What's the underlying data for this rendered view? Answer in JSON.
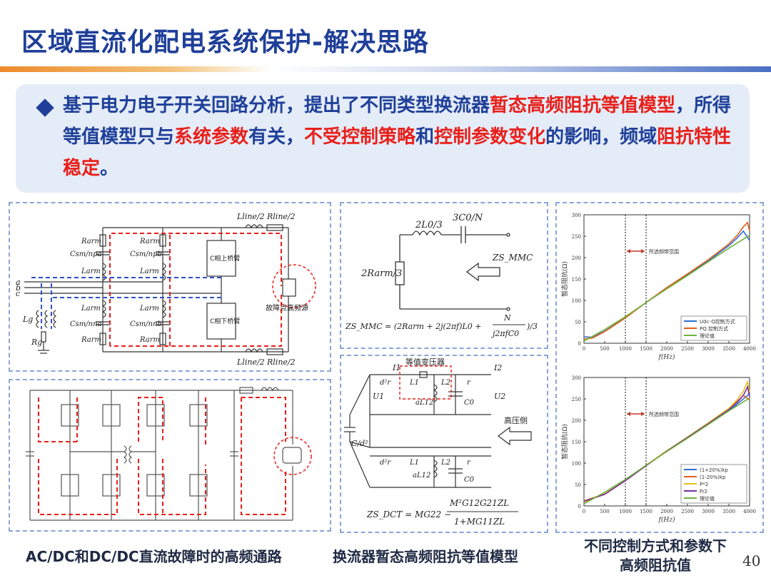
{
  "title": "区域直流化配电系统保护-解决思路",
  "callout": {
    "segments": [
      {
        "text": "基于电力电子开关回路分析，提出了不同类型换流器",
        "hl": false
      },
      {
        "text": "暂态高频阻抗等值模型",
        "hl": true
      },
      {
        "text": "，所得等值模型只与",
        "hl": false
      },
      {
        "text": "系统参数",
        "hl": true
      },
      {
        "text": "有关，",
        "hl": false
      },
      {
        "text": "不受控制策略",
        "hl": true
      },
      {
        "text": "和",
        "hl": false
      },
      {
        "text": "控制参数变化",
        "hl": true
      },
      {
        "text": "的影响，频域",
        "hl": false
      },
      {
        "text": "阻抗特性稳定",
        "hl": true
      },
      {
        "text": "。",
        "hl": false
      }
    ]
  },
  "panel1": {
    "labels": {
      "lline_top": "Lline/2",
      "rline_top": "Rline/2",
      "lline_bot": "Lline/2",
      "rline_bot": "Rline/2",
      "rarm": "Rarm",
      "cpa": "Csm/npa",
      "larm": "Larm",
      "rarm2": "Rarm",
      "cpb": "Csm/npb",
      "larm2": "Larm",
      "larm3": "Larm",
      "cna": "Csm/nna",
      "rarm3": "Rarm",
      "larm4": "Larm",
      "cnb": "Csm/nnb",
      "rarm4": "Rarm",
      "a": "a",
      "b": "b",
      "c": "c",
      "lg": "Lg",
      "rg": "Rg",
      "upper_bridge": "C相上桥臂",
      "lower_bridge": "C相下桥臂",
      "fault": "故障点高频源"
    }
  },
  "panel2": {
    "labels": {
      "c0": "3C0/N",
      "l0": "2L0/3",
      "rarm": "2Rarm/3",
      "z": "ZS_MMC",
      "formula_left": "ZS_MMC = (2Rarm + 2j(2πf)L0 +",
      "formula_n": "N",
      "formula_den": "j2πfC0",
      "formula_right": ")/3"
    }
  },
  "panel5": {
    "labels": {
      "i1": "I1",
      "i2": "I2",
      "u1": "U1",
      "u2": "U2",
      "trans": "等值变压器",
      "r1": "d²r",
      "l1": "L1",
      "l2": "L2",
      "r2": "r",
      "al": "aL12",
      "c0": "C0",
      "cd": "C/d²",
      "hv": "高压侧",
      "r3": "d²r",
      "l3": "L1",
      "l4": "L2",
      "r4": "r",
      "al2": "aL12",
      "c02": "C0",
      "formula_left": "ZS_DCT = MG22 −",
      "formula_num": "M²G12G21ZL",
      "formula_den": "1+MG11ZL"
    }
  },
  "chart_data": [
    {
      "type": "line",
      "ylabel": "暂态阻抗(Ω)",
      "xlabel": "f(Hz)",
      "xlim": [
        0,
        4000
      ],
      "ylim": [
        0,
        300
      ],
      "xticks": [
        0,
        500,
        1000,
        1500,
        2000,
        2500,
        3000,
        3500,
        4000
      ],
      "yticks": [
        0,
        50,
        100,
        150,
        200,
        250,
        300
      ],
      "band": [
        1000,
        1500
      ],
      "band_label": "所选频带范围",
      "legend_position": "bottom-right",
      "series": [
        {
          "name": "Udc-Q控制方式",
          "color": "#2e6fd6",
          "x": [
            0,
            200,
            500,
            1000,
            1500,
            2000,
            2500,
            3000,
            3500,
            3700,
            3850,
            4000
          ],
          "y": [
            15,
            14,
            28,
            60,
            95,
            130,
            160,
            192,
            228,
            246,
            262,
            240
          ]
        },
        {
          "name": "PQ 控制方式",
          "color": "#e0601c",
          "x": [
            0,
            200,
            500,
            1000,
            1500,
            2000,
            2500,
            3000,
            3500,
            3700,
            3850,
            3950,
            4000
          ],
          "y": [
            10,
            12,
            27,
            59,
            95,
            130,
            162,
            195,
            232,
            252,
            272,
            282,
            262
          ]
        },
        {
          "name": "理论值",
          "color": "#6fb23a",
          "x": [
            0,
            500,
            1000,
            1500,
            2000,
            2500,
            3000,
            3500,
            4000
          ],
          "y": [
            5,
            32,
            62,
            95,
            127,
            158,
            190,
            222,
            252
          ]
        }
      ]
    },
    {
      "type": "line",
      "ylabel": "暂态阻抗(Ω)",
      "xlabel": "f(Hz)",
      "xlim": [
        0,
        4000
      ],
      "ylim": [
        0,
        300
      ],
      "xticks": [
        0,
        500,
        1000,
        1500,
        2000,
        2500,
        3000,
        3500,
        4000
      ],
      "yticks": [
        0,
        50,
        100,
        150,
        200,
        250,
        300
      ],
      "band": [
        1000,
        1500
      ],
      "band_label": "所选频带范围",
      "legend_position": "bottom-right",
      "series": [
        {
          "name": "(1+20%)kp",
          "color": "#2e6fd6",
          "x": [
            0,
            500,
            1000,
            1500,
            2000,
            2500,
            3000,
            3500,
            3700,
            3850,
            4000
          ],
          "y": [
            12,
            28,
            60,
            95,
            128,
            160,
            192,
            222,
            238,
            250,
            262
          ]
        },
        {
          "name": "(1-20%)kp",
          "color": "#e0601c",
          "x": [
            0,
            500,
            1000,
            1500,
            2000,
            2500,
            3000,
            3500,
            3700,
            3850,
            4000
          ],
          "y": [
            10,
            27,
            59,
            94,
            128,
            160,
            193,
            226,
            244,
            258,
            248
          ]
        },
        {
          "name": "P*2",
          "color": "#e8c020",
          "x": [
            0,
            500,
            1000,
            1500,
            2000,
            2500,
            3000,
            3500,
            3700,
            3850,
            3950,
            4000
          ],
          "y": [
            12,
            28,
            60,
            95,
            129,
            161,
            194,
            228,
            248,
            268,
            290,
            265
          ]
        },
        {
          "name": "P/2",
          "color": "#7b2fa0",
          "x": [
            0,
            500,
            1000,
            1500,
            2000,
            2500,
            3000,
            3500,
            3700,
            3850,
            3950,
            4000
          ],
          "y": [
            11,
            27,
            59,
            94,
            128,
            160,
            192,
            225,
            242,
            258,
            278,
            255
          ]
        },
        {
          "name": "理论值",
          "color": "#6fb23a",
          "x": [
            0,
            500,
            1000,
            1500,
            2000,
            2500,
            3000,
            3500,
            4000
          ],
          "y": [
            5,
            32,
            62,
            95,
            127,
            158,
            190,
            222,
            252
          ]
        }
      ]
    }
  ],
  "captions": {
    "c1": "AC/DC和DC/DC直流故障时的高频通路",
    "c2": "换流器暂态高频阻抗等值模型",
    "c3_line1": "不同控制方式和参数下",
    "c3_line2": "高频阻抗值"
  },
  "page_number": "40",
  "colors": {
    "title": "#1f3f99",
    "highlight": "#e8201b",
    "callout_bg": "#e4ecf7",
    "panel_border": "#8aa6d8"
  }
}
